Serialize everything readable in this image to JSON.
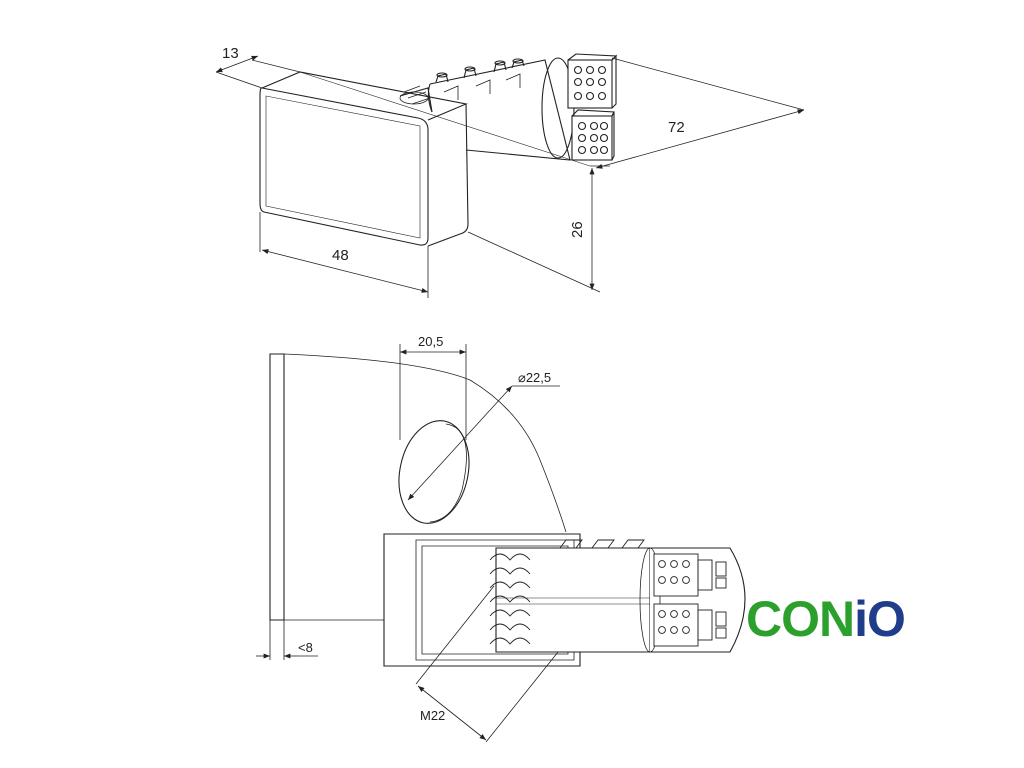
{
  "dimensions": {
    "depth_13": "13",
    "length_72": "72",
    "width_48": "48",
    "height_26": "26",
    "width_20_5": "20,5",
    "diameter": "⌀22,5",
    "panel_thickness": "<8",
    "thread": "M22"
  },
  "logo": {
    "part_green": "CON",
    "part_blue": "iO",
    "color_green": "#2ca02c",
    "color_blue": "#1f3d8a"
  },
  "line_color": "#222222"
}
